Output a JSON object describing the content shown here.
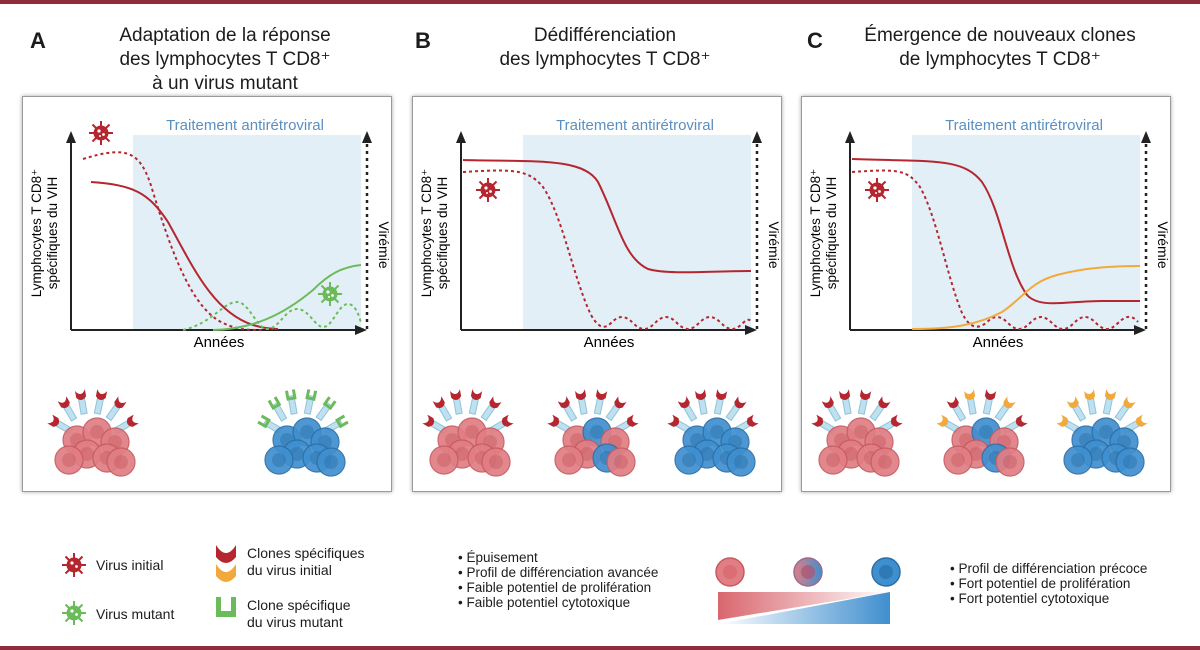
{
  "colors": {
    "frame_rule": "#8e2c3c",
    "dark_red": "#b5262f",
    "green": "#6cbb5a",
    "orange": "#f2a93b",
    "treatment_bg": "#e3eff7",
    "treatment_text": "#5a8fc0",
    "cell_red": "#e07e84",
    "cell_blue": "#3f8fcf"
  },
  "panels": [
    {
      "letter": "A",
      "title_lines": [
        "Adaptation de la réponse",
        "des lymphocytes T CD8⁺",
        "à un virus mutant"
      ],
      "treatment_label": "Traitement antirétroviral",
      "ylabel_lines": [
        "Lymphocytes T CD8⁺",
        "spécifiques du VIH"
      ],
      "right_axis_label": "Virémie",
      "xlabel": "Années"
    },
    {
      "letter": "B",
      "title_lines": [
        "Dédifférenciation",
        "des lymphocytes T CD8⁺"
      ],
      "treatment_label": "Traitement antirétroviral",
      "ylabel_lines": [
        "Lymphocytes T CD8⁺",
        "spécifiques du VIH"
      ],
      "right_axis_label": "Virémie",
      "xlabel": "Années"
    },
    {
      "letter": "C",
      "title_lines": [
        "Émergence de nouveaux clones",
        "de lymphocytes T CD8⁺"
      ],
      "treatment_label": "Traitement antirétroviral",
      "ylabel_lines": [
        "Lymphocytes T CD8⁺",
        "spécifiques du VIH"
      ],
      "right_axis_label": "Virémie",
      "xlabel": "Années"
    }
  ],
  "legend": {
    "virus_initial": "Virus initial",
    "virus_mutant": "Virus mutant",
    "clones_initial_lines": [
      "Clones spécifiques",
      "du virus initial"
    ],
    "clone_mutant_lines": [
      "Clone spécifique",
      "du virus mutant"
    ]
  },
  "gradient_legend": {
    "left_bullets": [
      "Épuisement",
      "Profil de différenciation avancée",
      "Faible potentiel de prolifération",
      "Faible potentiel cytotoxique"
    ],
    "right_bullets": [
      "Profil de différenciation précoce",
      "Fort potentiel de prolifération",
      "Fort potentiel cytotoxique"
    ]
  }
}
